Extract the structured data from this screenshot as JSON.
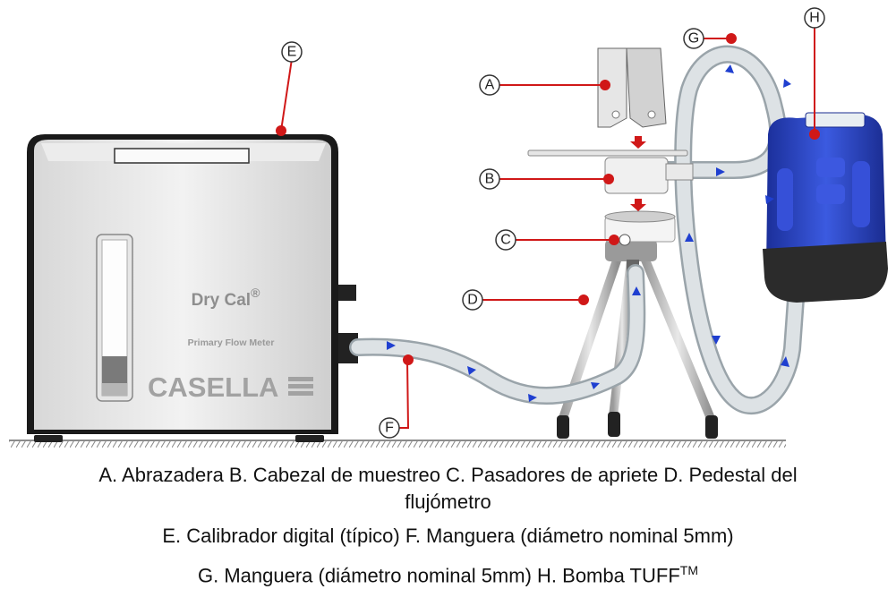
{
  "device": {
    "name": "Dry Cal",
    "reg_mark": "®",
    "subtitle": "Primary Flow Meter",
    "brand": "CASELLA"
  },
  "callouts": [
    "A",
    "B",
    "C",
    "D",
    "E",
    "F",
    "G",
    "H"
  ],
  "caption": {
    "line1": "A. Abrazadera  B. Cabezal de muestreo  C. Pasadores de apriete  D. Pedestal del",
    "line2": "flujómetro",
    "line3": "E. Calibrador digital (típico)   F. Manguera (diámetro nominal 5mm)",
    "line4_text": "G. Manguera (diámetro nominal 5mm)   H. Bomba TUFF",
    "line4_sup": "TM"
  },
  "colors": {
    "callout_line": "#d01818",
    "arrow": "#1f3fd0",
    "pump_blue": "#2a44c8",
    "tube": "#d7dde0"
  }
}
